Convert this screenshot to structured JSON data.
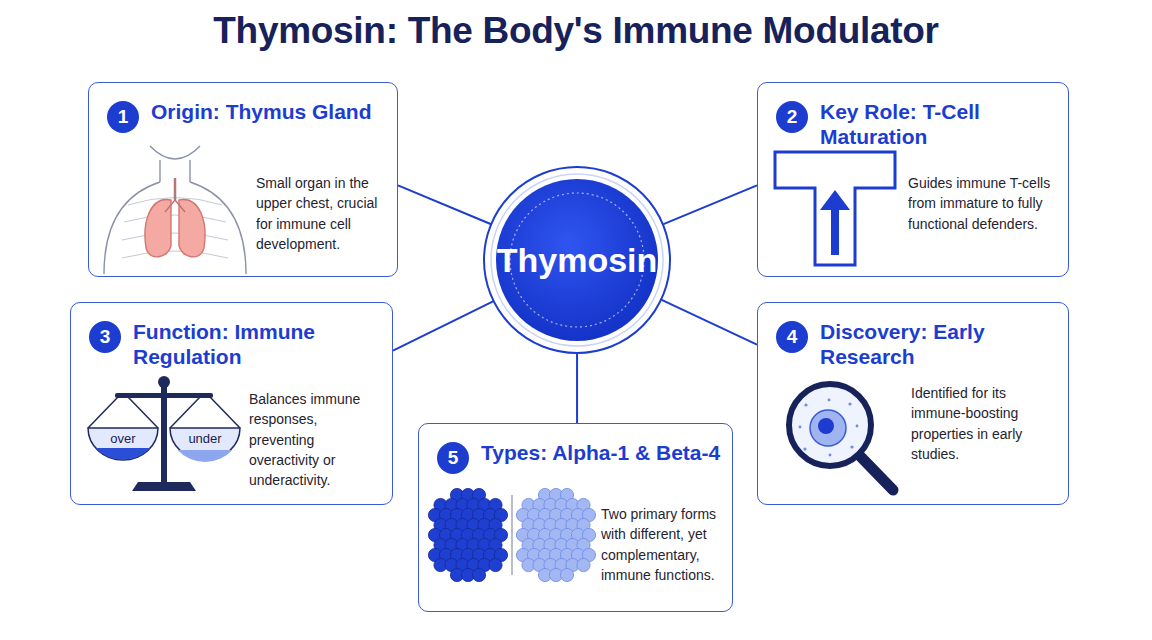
{
  "diagram": {
    "title": "Thymosin: The Body's Immune Modulator",
    "nodes": [
      {
        "text": [
          "Thymosin"
        ]
      },
      {
        "text": [
          "1",
          "Origin: Thymus Gland",
          "Small organ in the upper chest, crucial for immune cell development."
        ]
      },
      {
        "text": [
          "2",
          "Key Role: T-Cell Maturation",
          "Guides immune T-cells from immature to fully functional defenders."
        ]
      },
      {
        "text": [
          "3",
          "Function: Immune Regulation",
          "Balances immune responses, preventing overactivity or underactivity."
        ]
      },
      {
        "text": [
          "4",
          "Discovery: Early Research",
          "Identified for its immune-boosting properties in early studies."
        ]
      },
      {
        "text": [
          "5",
          "Types: Alpha-1 & Beta-4",
          "Two primary forms with different, yet complementary, immune functions."
        ]
      }
    ],
    "edges": [
      {
        "from": 0,
        "to": 1,
        "arrow": "none"
      },
      {
        "from": 0,
        "to": 2,
        "arrow": "none"
      },
      {
        "from": 0,
        "to": 3,
        "arrow": "none"
      },
      {
        "from": 0,
        "to": 4,
        "arrow": "none"
      },
      {
        "from": 0,
        "to": 5,
        "arrow": "none"
      }
    ],
    "labels": [
      "over",
      "under"
    ]
  }
}
